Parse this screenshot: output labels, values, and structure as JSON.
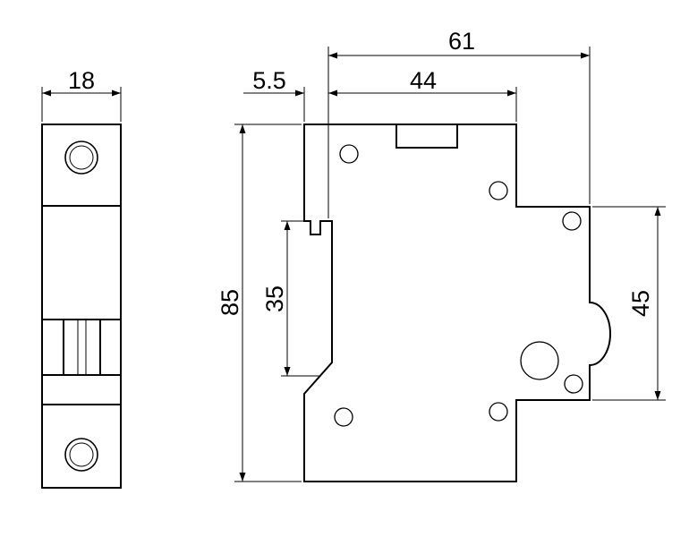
{
  "figure": {
    "subject": "miniature circuit breaker dimensions",
    "front_view": {
      "width_dimension": "18"
    },
    "side_view": {
      "overall_width_dimension": "61",
      "body_width_dimension": "44",
      "offset_dimension": "5.5",
      "overall_height_dimension": "85",
      "rail_slot_height_dimension": "35",
      "terminal_height_dimension": "45"
    }
  }
}
